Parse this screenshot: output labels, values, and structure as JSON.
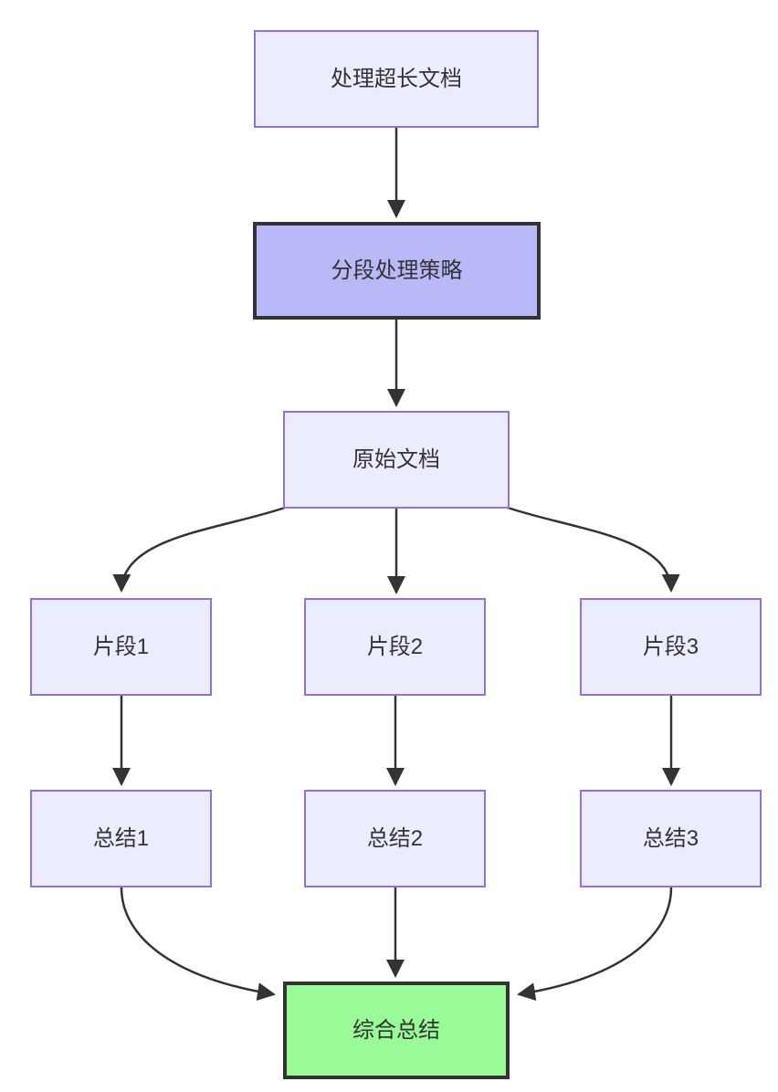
{
  "diagram": {
    "type": "flowchart",
    "direction": "top-down",
    "nodes": [
      {
        "id": "A",
        "label": "处理超长文档",
        "style": "default"
      },
      {
        "id": "B",
        "label": "分段处理策略",
        "style": "highlight"
      },
      {
        "id": "C",
        "label": "原始文档",
        "style": "default"
      },
      {
        "id": "D",
        "label": "片段1",
        "style": "default"
      },
      {
        "id": "E",
        "label": "片段2",
        "style": "default"
      },
      {
        "id": "F",
        "label": "片段3",
        "style": "default"
      },
      {
        "id": "G",
        "label": "总结1",
        "style": "default"
      },
      {
        "id": "H",
        "label": "总结2",
        "style": "default"
      },
      {
        "id": "I",
        "label": "总结3",
        "style": "default"
      },
      {
        "id": "J",
        "label": "综合总结",
        "style": "success"
      }
    ],
    "edges": [
      {
        "from": "处理超长文档",
        "to": "分段处理策略"
      },
      {
        "from": "分段处理策略",
        "to": "原始文档"
      },
      {
        "from": "原始文档",
        "to": "片段1"
      },
      {
        "from": "原始文档",
        "to": "片段2"
      },
      {
        "from": "原始文档",
        "to": "片段3"
      },
      {
        "from": "片段1",
        "to": "总结1"
      },
      {
        "from": "片段2",
        "to": "总结2"
      },
      {
        "from": "片段3",
        "to": "总结3"
      },
      {
        "from": "总结1",
        "to": "综合总结"
      },
      {
        "from": "总结2",
        "to": "综合总结"
      },
      {
        "from": "总结3",
        "to": "综合总结"
      }
    ],
    "colors": {
      "node_fill": "#ECECFF",
      "node_border": "#9370DB",
      "highlight_fill": "#B9B9F8",
      "highlight_border": "#333333",
      "success_fill": "#98FB98",
      "success_border": "#333333",
      "edge": "#333333",
      "text": "#333333",
      "background": "#FFFFFF"
    }
  }
}
